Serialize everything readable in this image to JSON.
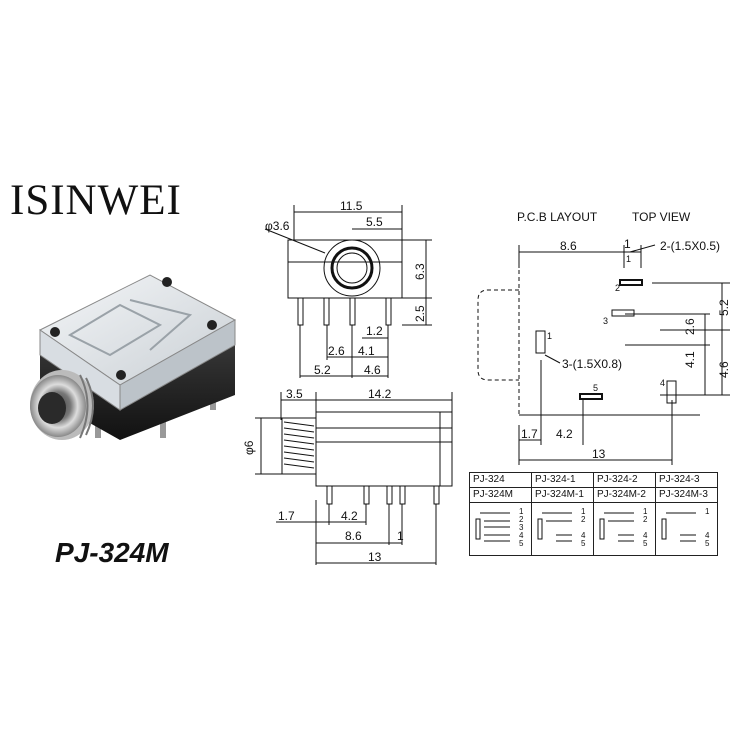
{
  "brand": "ISINWEI",
  "model": "PJ-324M",
  "front_view": {
    "d_label": "φ3.6",
    "w_label": "11.5",
    "w2_label": "5.5",
    "h_label": "6.3",
    "h2_label": "2.5",
    "p1_label": "1.2",
    "p2_label": "2.6",
    "p3_label": "4.1",
    "p4_label": "5.2",
    "p5_label": "4.6"
  },
  "side_view": {
    "nut_label": "3.5",
    "len_label": "14.2",
    "dia_label": "φ6",
    "a_label": "1.7",
    "b_label": "4.2",
    "c_label": "8.6",
    "d_label": "1",
    "e_label": "13"
  },
  "pcb": {
    "title": "P.C.B LAYOUT",
    "subtitle": "TOP VIEW",
    "top_label": "8.6",
    "one_label": "1",
    "slot1_label": "2-(1.5X0.5)",
    "slot2_label": "3-(1.5X0.8)",
    "r1": "5.2",
    "r2": "2.6",
    "r3": "4.1",
    "r4": "4.6",
    "b1": "1.7",
    "b2": "4.2",
    "b3": "13",
    "pins": [
      "1",
      "2",
      "3",
      "4",
      "5"
    ]
  },
  "variants": {
    "row1": [
      "PJ-324",
      "PJ-324-1",
      "PJ-324-2",
      "PJ-324-3"
    ],
    "row2": [
      "PJ-324M",
      "PJ-324M-1",
      "PJ-324M-2",
      "PJ-324M-3"
    ],
    "pins": [
      "1",
      "2",
      "3",
      "4",
      "5"
    ]
  }
}
